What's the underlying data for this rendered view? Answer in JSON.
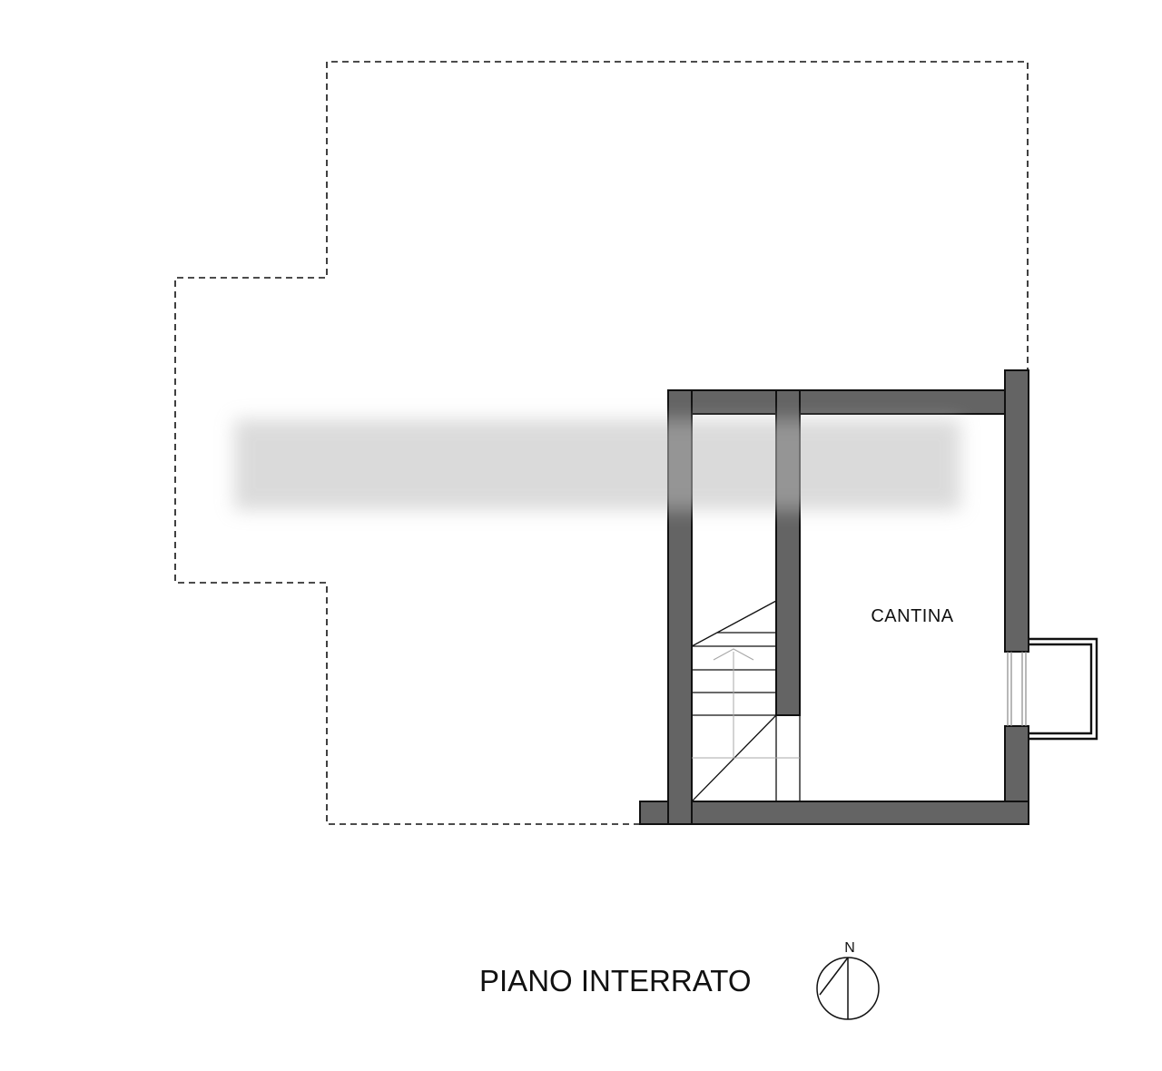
{
  "plan": {
    "title": "PIANO INTERRATO",
    "rooms": [
      {
        "label": "CANTINA"
      }
    ],
    "north_arrow": {
      "letter": "N"
    },
    "colors": {
      "wall_fill": "#646464",
      "wall_stroke": "#111111",
      "line": "#111111",
      "light_line": "#a8a8a8",
      "background": "#ffffff",
      "blur_band": "#bdbdbd"
    }
  }
}
